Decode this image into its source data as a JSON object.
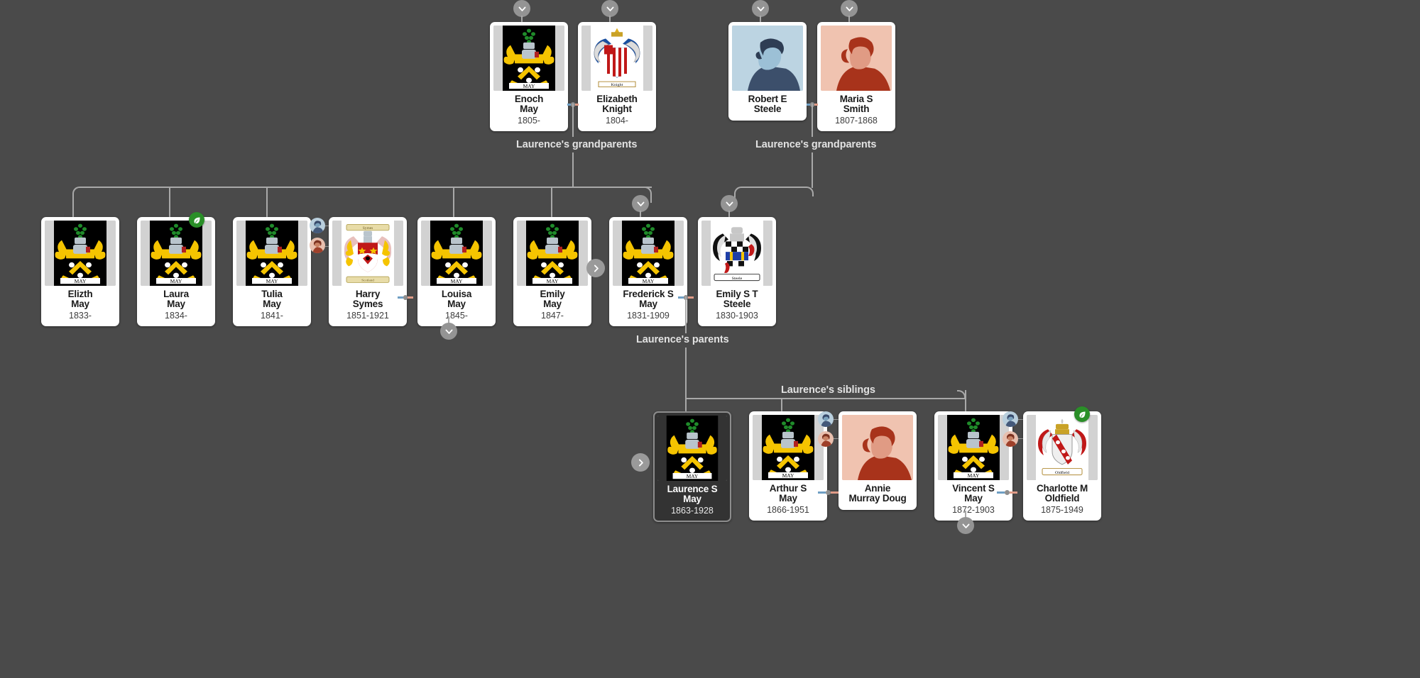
{
  "app": {
    "background_color": "#4a4a4a",
    "card_background": "#ffffff",
    "focus_card_background": "#333333",
    "connector_color": "#a9a9a9",
    "male_link_color": "#6f9fc4",
    "female_link_color": "#e09b87",
    "hint_badge_color": "#2a8f28"
  },
  "labels": {
    "grandparents_left": "Laurence's grandparents",
    "grandparents_right": "Laurence's grandparents",
    "parents": "Laurence's parents",
    "siblings": "Laurence's siblings"
  },
  "icons": {
    "chevron_down": "chevron-down-icon",
    "chevron_right": "chevron-right-icon",
    "leaf_hint": "leaf-hint-icon",
    "male_avatar": "male-avatar-icon",
    "female_avatar": "female-avatar-icon",
    "crest_may": "coat-of-arms-may",
    "crest_knight": "coat-of-arms-knight",
    "crest_symes": "coat-of-arms-symes",
    "crest_steele": "coat-of-arms-steele",
    "crest_oldfield": "coat-of-arms-oldfield"
  },
  "people": {
    "enoch_may": {
      "name": "Enoch May",
      "name1": "Enoch",
      "name2": "May",
      "dates": "1805-",
      "crest": "may"
    },
    "elizabeth_knight": {
      "name": "Elizabeth Knight",
      "name1": "Elizabeth",
      "name2": "Knight",
      "dates": "1804-",
      "crest": "knight"
    },
    "robert_steele": {
      "name": "Robert E Steele",
      "name1": "Robert E",
      "name2": "Steele",
      "dates": "",
      "crest": "photo-male"
    },
    "maria_smith": {
      "name": "Maria S Smith",
      "name1": "Maria S",
      "name2": "Smith",
      "dates": "1807-1868",
      "crest": "photo-female"
    },
    "elizth_may": {
      "name": "Elizth May",
      "name1": "Elizth",
      "name2": "May",
      "dates": "1833-",
      "crest": "may"
    },
    "laura_may": {
      "name": "Laura May",
      "name1": "Laura",
      "name2": "May",
      "dates": "1834-",
      "crest": "may"
    },
    "tulia_may": {
      "name": "Tulia May",
      "name1": "Tulia",
      "name2": "May",
      "dates": "1841-",
      "crest": "may"
    },
    "harry_symes": {
      "name": "Harry Symes",
      "name1": "Harry",
      "name2": "Symes",
      "dates": "1851-1921",
      "crest": "symes"
    },
    "louisa_may": {
      "name": "Louisa May",
      "name1": "Louisa",
      "name2": "May",
      "dates": "1845-",
      "crest": "may"
    },
    "emily_may": {
      "name": "Emily May",
      "name1": "Emily",
      "name2": "May",
      "dates": "1847-",
      "crest": "may"
    },
    "frederick_may": {
      "name": "Frederick S May",
      "name1": "Frederick S",
      "name2": "May",
      "dates": "1831-1909",
      "crest": "may"
    },
    "emily_steele": {
      "name": "Emily S T Steele",
      "name1": "Emily S T",
      "name2": "Steele",
      "dates": "1830-1903",
      "crest": "steele"
    },
    "laurence_may": {
      "name": "Laurence S May",
      "name1": "Laurence S",
      "name2": "May",
      "dates": "1863-1928",
      "crest": "may",
      "focused": true
    },
    "arthur_may": {
      "name": "Arthur S May",
      "name1": "Arthur S",
      "name2": "May",
      "dates": "1866-1951",
      "crest": "may"
    },
    "annie_doug": {
      "name": "Annie Murray Doug",
      "name1": "Annie",
      "name2": "Murray Doug",
      "dates": "",
      "crest": "photo-female"
    },
    "vincent_may": {
      "name": "Vincent S May",
      "name1": "Vincent S",
      "name2": "May",
      "dates": "1872-1903",
      "crest": "may"
    },
    "charlotte_oldfield": {
      "name": "Charlotte M Oldfield",
      "name1": "Charlotte M",
      "name2": "Oldfield",
      "dates": "1875-1949",
      "crest": "oldfield"
    }
  }
}
